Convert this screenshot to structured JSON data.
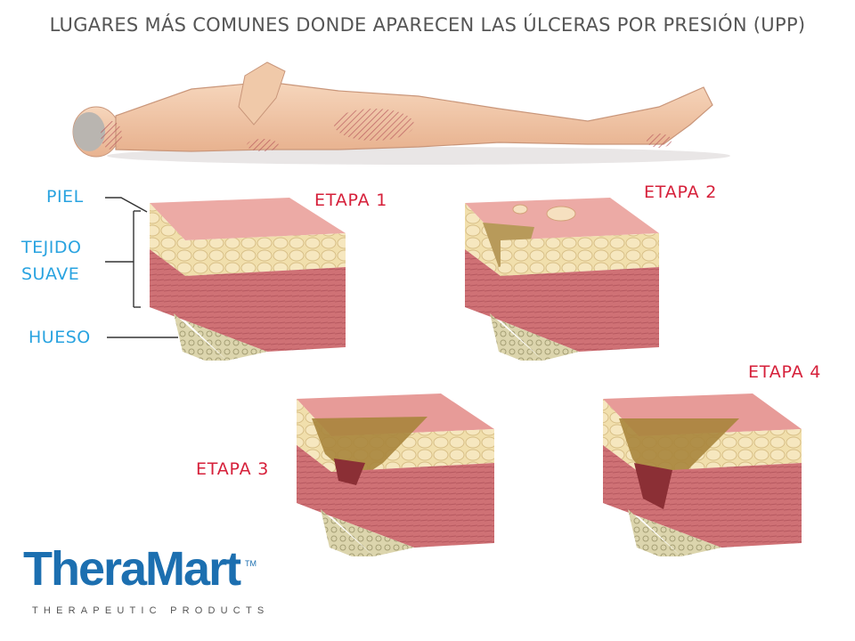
{
  "title": "LUGARES MÁS COMUNES DONDE APARECEN LAS ÚLCERAS POR PRESIÓN (UPP)",
  "labels": {
    "piel": "PIEL",
    "tejido": "TEJIDO",
    "suave": "SUAVE",
    "hueso": "HUESO"
  },
  "stages": {
    "etapa1": "ETAPA 1",
    "etapa2": "ETAPA 2",
    "etapa3": "ETAPA 3",
    "etapa4": "ETAPA 4"
  },
  "logo": {
    "brand": "TheraMart",
    "tm": "TM",
    "tagline": "THERAPEUTIC PRODUCTS"
  },
  "colors": {
    "title": "#555555",
    "label_blue": "#29a3e0",
    "label_red": "#d6203a",
    "logo_blue": "#1c6fb0",
    "skin": "#f2c9a7",
    "muscle": "#c9656a",
    "fat": "#f0dca4",
    "bone": "#d9d2a8"
  }
}
